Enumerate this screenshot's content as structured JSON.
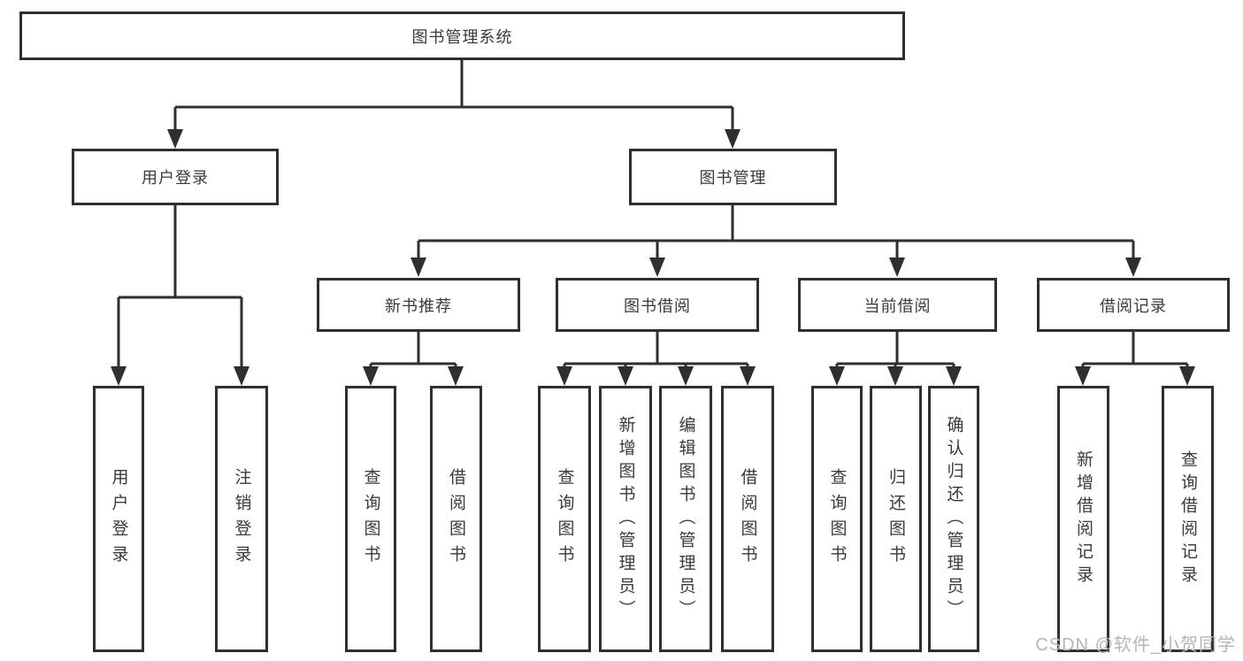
{
  "colors": {
    "line": "#2f2f2f",
    "text": "#3a3a3a",
    "box-bg": "#ffffff",
    "watermark": "#b5b5b5"
  },
  "root": {
    "label": "图书管理系统"
  },
  "level1": [
    {
      "label": "用户登录"
    },
    {
      "label": "图书管理"
    }
  ],
  "level2": [
    {
      "label": "新书推荐"
    },
    {
      "label": "图书借阅"
    },
    {
      "label": "当前借阅"
    },
    {
      "label": "借阅记录"
    }
  ],
  "leaves": [
    {
      "label": "用户登录"
    },
    {
      "label": "注销登录"
    },
    {
      "label": "查询图书"
    },
    {
      "label": "借阅图书"
    },
    {
      "label": "查询图书"
    },
    {
      "label": "新增图书（管理员）"
    },
    {
      "label": "编辑图书（管理员）"
    },
    {
      "label": "借阅图书"
    },
    {
      "label": "查询图书"
    },
    {
      "label": "归还图书"
    },
    {
      "label": "确认归还（管理员）"
    },
    {
      "label": "新增借阅记录"
    },
    {
      "label": "查询借阅记录"
    }
  ],
  "watermark": {
    "text": "CSDN @软件_小贺同学"
  }
}
